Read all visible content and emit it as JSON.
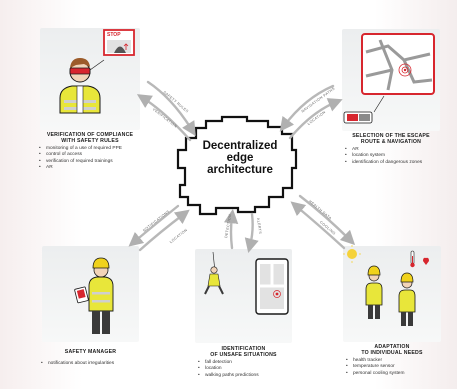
{
  "center": {
    "line1": "Decentralized",
    "line2": "edge",
    "line3": "architecture"
  },
  "panels": {
    "compliance": {
      "stop_sign": "STOP",
      "title_line1": "VERIFICATION OF COMPLIANCE",
      "title_line2": "WITH SAFETY RULES",
      "bullets": [
        "monitoring of a use of required PPE",
        "control of access",
        "verification of required trainings",
        "AR"
      ]
    },
    "escape": {
      "title_line1": "SELECTION OF THE ESCAPE",
      "title_line2": "ROUTE & NAVIGATION",
      "bullets": [
        "AR",
        "location system",
        "identification of dangerous zones"
      ]
    },
    "manager": {
      "title_line1": "SAFETY MANAGER",
      "bullets": [
        "notifications about irregularities"
      ]
    },
    "unsafe": {
      "title_line1": "IDENTIFICATION",
      "title_line2": "OF UNSAFE SITUATIONS",
      "bullets": [
        "fall detection",
        "location",
        "walking paths predictions"
      ]
    },
    "adaptation": {
      "title_line1": "ADAPTATION",
      "title_line2": "TO INDIVIDUAL NEEDS",
      "bullets": [
        "health tracker",
        "temperature sensor",
        "personal cooling system"
      ]
    }
  },
  "arrow_labels": [
    "SAFETY RULES",
    "VERIFICATION",
    "NAVIGATION PATHS",
    "LOCATION",
    "NOTIFICATIONS",
    "DETECTION",
    "ALERTS",
    "LOCATION",
    "HEALTH DATA",
    "COOLING"
  ],
  "colors": {
    "vest": "#e8e63a",
    "helmet": "#f0d21c",
    "alert_red": "#d7262e",
    "arrow": "#b5b5b5",
    "outline": "#1a1a1a"
  }
}
